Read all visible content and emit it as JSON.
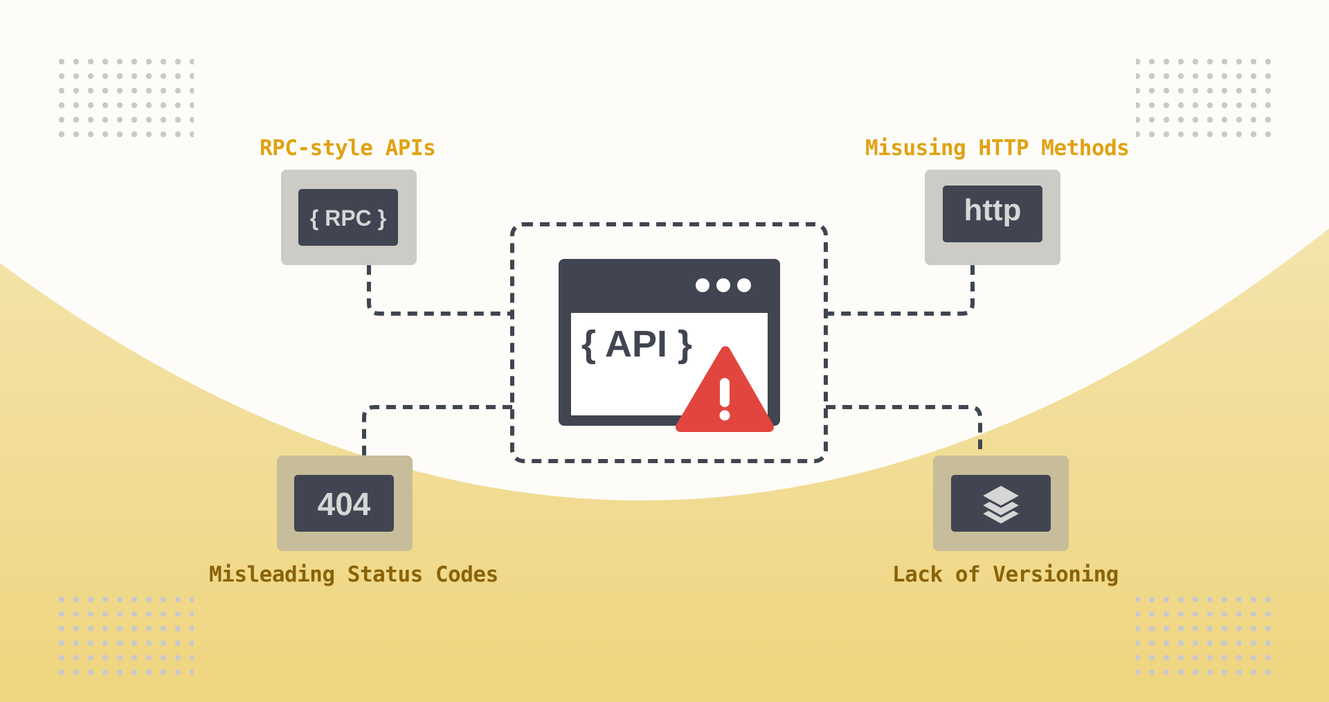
{
  "colors": {
    "accent_top_label": "#e0a212",
    "accent_bottom_label": "#8a6309",
    "dark_panel": "#404551",
    "warning_red": "#e2453e",
    "card_light": "#cdcbc6",
    "card_tan": "#c8bd9a"
  },
  "center": {
    "window_label": "{ API }",
    "window_dots_icon": "three-dots-icon",
    "warning_icon": "warning-triangle-icon"
  },
  "nodes": {
    "rpc": {
      "title": "RPC-style APIs",
      "screen_text": "{ RPC }"
    },
    "http": {
      "title": "Misusing HTTP Methods",
      "screen_text": "http"
    },
    "status": {
      "title": "Misleading Status Codes",
      "screen_text": "404"
    },
    "versioning": {
      "title": "Lack of Versioning",
      "icon": "layers-stack-icon"
    }
  }
}
